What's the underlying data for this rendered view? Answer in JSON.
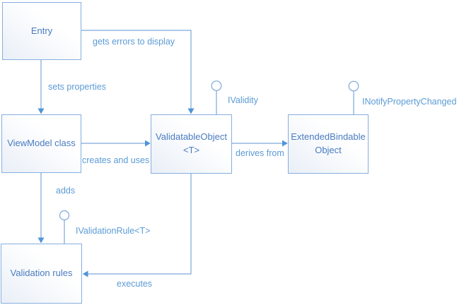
{
  "colors": {
    "background": "#ffffff",
    "line_color": "#7da7d9",
    "arrow_color": "#4f94d6",
    "node_border": "#86aede",
    "node_text": "#4a7cc0",
    "node_fill_light": "#ffffff",
    "node_fill_shade": "#e9eff7",
    "label_text": "#5b9bd5"
  },
  "nodes": {
    "entry": {
      "label": "Entry"
    },
    "viewmodel": {
      "label": "ViewModel class"
    },
    "validatable": {
      "label": "ValidatableObject\n<T>"
    },
    "extended": {
      "label": "ExtendedBindable\nObject"
    },
    "rules": {
      "label": "Validation rules"
    }
  },
  "interfaces": {
    "ivalidity": {
      "label": "IValidity"
    },
    "inotifypropertychanged": {
      "label": "INotifyPropertyChanged"
    },
    "ivalidationrule": {
      "label": "IValidationRule<T>"
    }
  },
  "connectors": {
    "gets_errors": {
      "label": "gets errors to display"
    },
    "sets_properties": {
      "label": "sets properties"
    },
    "creates_uses": {
      "label": "creates and uses"
    },
    "derives_from": {
      "label": "derives from"
    },
    "adds": {
      "label": "adds"
    },
    "executes": {
      "label": "executes"
    }
  }
}
